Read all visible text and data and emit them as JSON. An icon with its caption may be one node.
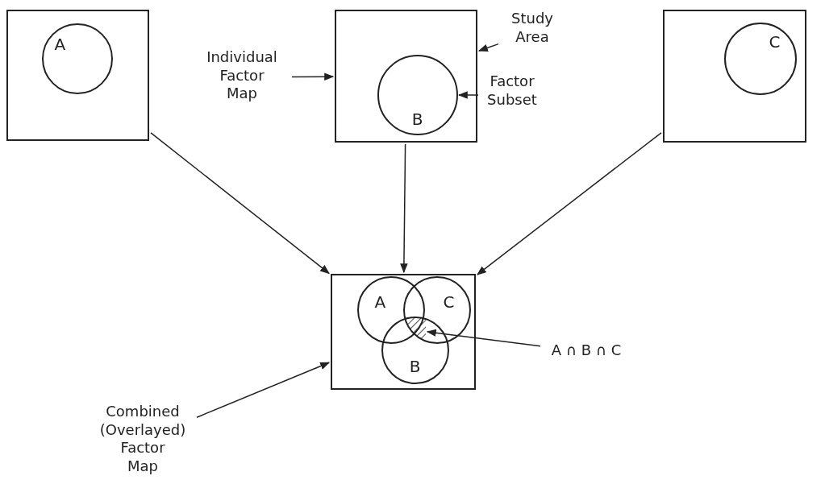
{
  "diagram": {
    "nodes": [
      {
        "text": [],
        "shape": "box"
      },
      {
        "text": [
          "A"
        ],
        "in": 0
      },
      {
        "text": [],
        "shape": "box"
      },
      {
        "text": [
          "B"
        ],
        "in": 2
      },
      {
        "text": [],
        "shape": "box"
      },
      {
        "text": [
          "C"
        ],
        "in": 4
      },
      {
        "text": [],
        "shape": "box"
      },
      {
        "text": [
          "A"
        ],
        "in": 6
      },
      {
        "text": [
          "C"
        ],
        "in": 6
      },
      {
        "text": [
          "B"
        ],
        "in": 6
      },
      {
        "text": [],
        "shape": "hatch"
      },
      {
        "text": [
          "Study Area"
        ]
      },
      {
        "text": [
          "Individual Factor Map"
        ]
      },
      {
        "text": [
          "Factor Subset"
        ]
      },
      {
        "text": [
          "A ∩ B ∩ C"
        ]
      },
      {
        "text": [
          "Combined (Overlayed) Factor Map"
        ]
      }
    ],
    "edges": [
      {
        "from": 0,
        "to": 6,
        "arrow": "to"
      },
      {
        "from": 2,
        "to": 6,
        "arrow": "to"
      },
      {
        "from": 4,
        "to": 6,
        "arrow": "to"
      },
      {
        "from": 11,
        "to": 2,
        "arrow": "to"
      },
      {
        "from": 12,
        "to": 2,
        "arrow": "to"
      },
      {
        "from": 13,
        "to": 3,
        "arrow": "to"
      },
      {
        "from": 14,
        "to": 10,
        "arrow": "to"
      },
      {
        "from": 15,
        "to": 6,
        "arrow": "to"
      }
    ]
  }
}
